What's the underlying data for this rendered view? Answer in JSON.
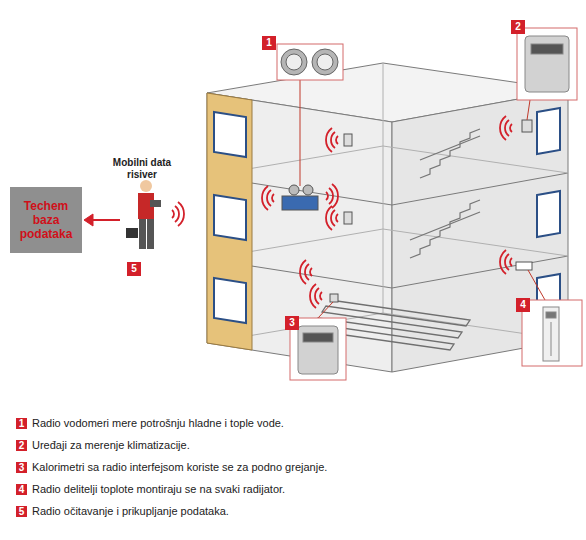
{
  "diagram": {
    "nodes": [
      {
        "text": [
          "1"
        ]
      },
      {
        "text": [
          "2"
        ]
      },
      {
        "text": [
          "Techem baza podataka"
        ]
      },
      {
        "text": [
          "5"
        ]
      },
      {
        "text": [
          "3"
        ]
      },
      {
        "text": [
          "4"
        ]
      },
      {
        "text": [
          "1"
        ]
      },
      {
        "text": [
          "2"
        ]
      },
      {
        "text": [
          "3"
        ]
      },
      {
        "text": [
          "4"
        ]
      },
      {
        "text": [
          "5"
        ]
      }
    ],
    "labels": [
      "Mobilni data risiver",
      "Radio vodomeri mere potrošnju hladne i tople vode.",
      "Uređaji za merenje klimatizacije.",
      "Kalorimetri sa radio interfejsom koriste se za podno grejanje.",
      "Radio delitelji toplote montiraju se na svaki radijator.",
      "Radio očitavanje i prikupljanje podataka."
    ]
  }
}
